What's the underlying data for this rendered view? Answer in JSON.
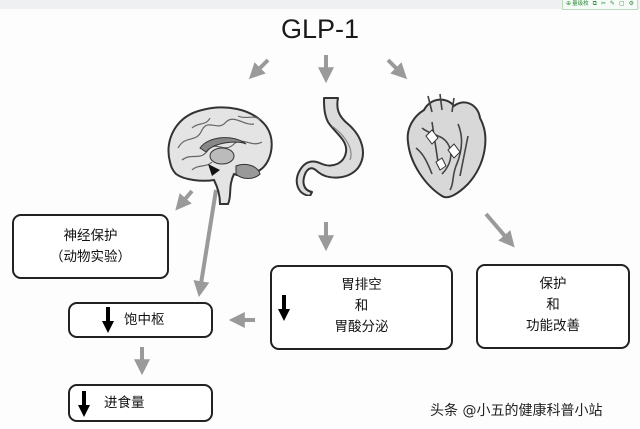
{
  "window": {
    "toolbar": [
      {
        "icon": "image-search-icon",
        "label": "量级枚"
      },
      {
        "icon": "copy-icon",
        "label": ""
      },
      {
        "icon": "crop-icon",
        "label": ""
      },
      {
        "icon": "edit-icon",
        "label": ""
      },
      {
        "icon": "page-icon",
        "label": ""
      },
      {
        "icon": "settings-icon",
        "label": ""
      }
    ]
  },
  "diagram": {
    "title": "GLP-1",
    "organs": [
      "brain-icon",
      "stomach-icon",
      "heart-icon"
    ],
    "boxes": {
      "neuro": {
        "line1": "神经保护",
        "line2": "（动物实验）"
      },
      "gastric": {
        "line1": "胃排空",
        "line2": "和",
        "line3": "胃酸分泌",
        "indicator": "down-arrow-icon"
      },
      "cardio": {
        "line1": "保护",
        "line2": "和",
        "line3": "功能改善"
      },
      "satiety": {
        "label": "饱中枢",
        "indicator": "down-arrow-icon"
      },
      "food": {
        "label": "进食量",
        "indicator": "down-arrow-icon"
      }
    },
    "arrow_color": "#9a9a9a"
  },
  "watermark": "头条 @小五的健康科普小站"
}
